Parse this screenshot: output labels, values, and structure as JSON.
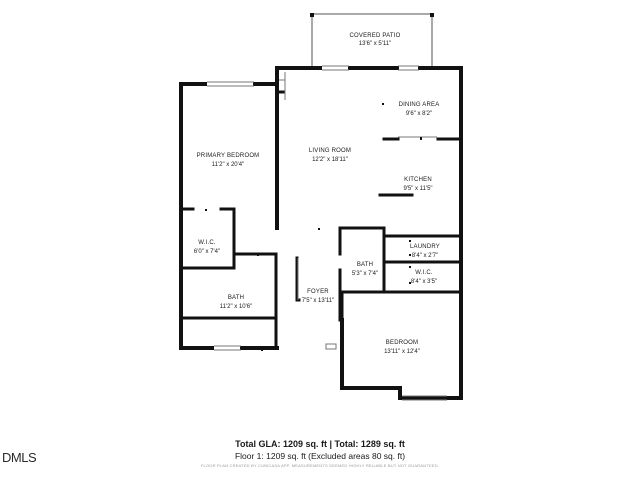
{
  "rooms": {
    "covered_patio": {
      "name": "COVERED PATIO",
      "dims": "13'6\" x 5'11\""
    },
    "dining_area": {
      "name": "DINING AREA",
      "dims": "9'6\" x 8'2\""
    },
    "living_room": {
      "name": "LIVING ROOM",
      "dims": "12'2\" x 18'11\""
    },
    "primary_bedroom": {
      "name": "PRIMARY BEDROOM",
      "dims": "11'2\" x 20'4\""
    },
    "kitchen": {
      "name": "KITCHEN",
      "dims": "9'5\" x 11'5\""
    },
    "wic_primary": {
      "name": "W.I.C.",
      "dims": "6'0\" x 7'4\""
    },
    "laundry": {
      "name": "LAUNDRY",
      "dims": "8'4\" x 2'7\""
    },
    "bath_hall": {
      "name": "BATH",
      "dims": "5'3\" x 7'4\""
    },
    "wic_second": {
      "name": "W.I.C.",
      "dims": "8'4\" x 3'5\""
    },
    "bath_primary": {
      "name": "BATH",
      "dims": "11'2\" x 10'6\""
    },
    "foyer": {
      "name": "FOYER",
      "dims": "7'5\" x 13'11\""
    },
    "bedroom": {
      "name": "BEDROOM",
      "dims": "13'11\" x 12'4\""
    }
  },
  "footer": {
    "totals": "Total GLA: 1209 sq. ft | Total: 1289 sq. ft",
    "floor": "Floor 1: 1209 sq. ft (Excluded areas 80 sq. ft)",
    "disclaimer": "FLOOR PLAN CREATED BY CUBICASA APP. MEASUREMENTS DEEMED HIGHLY RELIABLE BUT NOT GUARANTEED."
  },
  "watermark": "DMLS",
  "colors": {
    "wall": "#111111",
    "thin_line": "#555555"
  }
}
